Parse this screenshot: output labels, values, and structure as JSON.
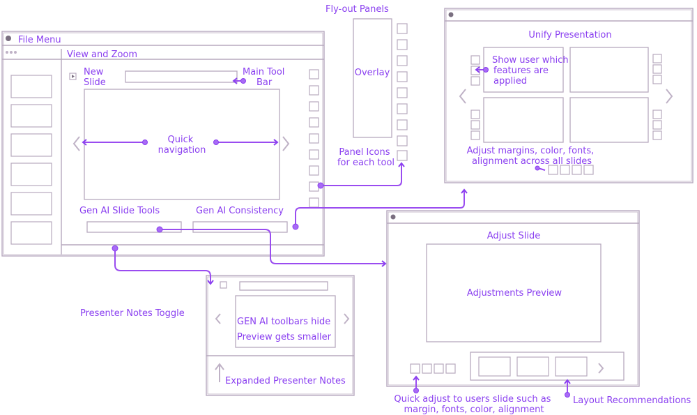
{
  "labels": {
    "file_menu": "File Menu",
    "view_zoom": "View and Zoom",
    "new_slide": [
      "New",
      "Slide"
    ],
    "main_tool_bar": [
      "Main Tool",
      "Bar"
    ],
    "quick_navigation": [
      "Quick",
      "navigation"
    ],
    "gen_ai_slide_tools": "Gen AI Slide Tools",
    "gen_ai_consistency": "Gen AI Consistency",
    "flyout_panels": "Fly-out Panels",
    "overlay": "Overlay",
    "panel_icons": [
      "Panel Icons",
      "for each tool"
    ],
    "unify_presentation": "Unify Presentation",
    "show_user": [
      "Show user which",
      "features are",
      "applied"
    ],
    "adjust_margins": [
      "Adjust margins, color, fonts,",
      "alignment across all slides"
    ],
    "adjust_slide": "Adjust Slide",
    "adjustments_preview": "Adjustments Preview",
    "presenter_notes_toggle": "Presenter Notes Toggle",
    "gen_ai_toolbars_hide": "GEN AI toolbars hide",
    "preview_gets_smaller": "Preview gets smaller",
    "expanded_presenter_notes": "Expanded Presenter Notes",
    "quick_adjust": [
      "Quick adjust to users slide such as",
      "margin, fonts, color, alignment"
    ],
    "layout_recommendations": "Layout Recommendations"
  },
  "colors": {
    "annotation": "#8a3ff0",
    "frame": "#b7a9be",
    "dot": "#a86bf5"
  }
}
